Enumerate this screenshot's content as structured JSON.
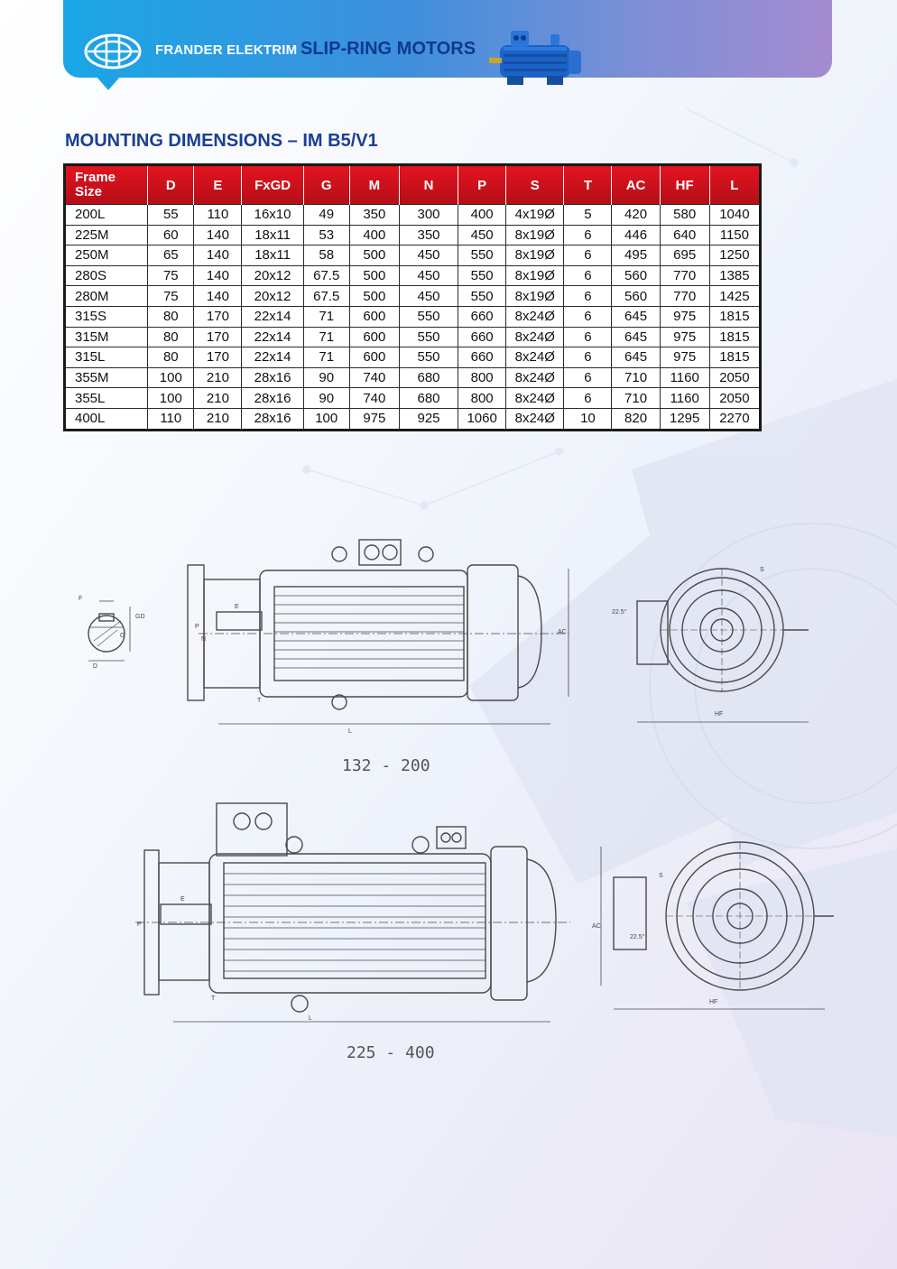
{
  "header": {
    "brand": "FRANDER ELEKTRIM",
    "product": "SLIP-RING MOTORS"
  },
  "section_title": "MOUNTING DIMENSIONS – IM B5/V1",
  "table": {
    "columns": [
      "Frame Size",
      "D",
      "E",
      "FxGD",
      "G",
      "M",
      "N",
      "P",
      "S",
      "T",
      "AC",
      "HF",
      "L"
    ],
    "rows": [
      [
        "200L",
        "55",
        "110",
        "16x10",
        "49",
        "350",
        "300",
        "400",
        "4x19Ø",
        "5",
        "420",
        "580",
        "1040"
      ],
      [
        "225M",
        "60",
        "140",
        "18x11",
        "53",
        "400",
        "350",
        "450",
        "8x19Ø",
        "6",
        "446",
        "640",
        "1150"
      ],
      [
        "250M",
        "65",
        "140",
        "18x11",
        "58",
        "500",
        "450",
        "550",
        "8x19Ø",
        "6",
        "495",
        "695",
        "1250"
      ],
      [
        "280S",
        "75",
        "140",
        "20x12",
        "67.5",
        "500",
        "450",
        "550",
        "8x19Ø",
        "6",
        "560",
        "770",
        "1385"
      ],
      [
        "280M",
        "75",
        "140",
        "20x12",
        "67.5",
        "500",
        "450",
        "550",
        "8x19Ø",
        "6",
        "560",
        "770",
        "1425"
      ],
      [
        "315S",
        "80",
        "170",
        "22x14",
        "71",
        "600",
        "550",
        "660",
        "8x24Ø",
        "6",
        "645",
        "975",
        "1815"
      ],
      [
        "315M",
        "80",
        "170",
        "22x14",
        "71",
        "600",
        "550",
        "660",
        "8x24Ø",
        "6",
        "645",
        "975",
        "1815"
      ],
      [
        "315L",
        "80",
        "170",
        "22x14",
        "71",
        "600",
        "550",
        "660",
        "8x24Ø",
        "6",
        "645",
        "975",
        "1815"
      ],
      [
        "355M",
        "100",
        "210",
        "28x16",
        "90",
        "740",
        "680",
        "800",
        "8x24Ø",
        "6",
        "710",
        "1160",
        "2050"
      ],
      [
        "355L",
        "100",
        "210",
        "28x16",
        "90",
        "740",
        "680",
        "800",
        "8x24Ø",
        "6",
        "710",
        "1160",
        "2050"
      ],
      [
        "400L",
        "110",
        "210",
        "28x16",
        "100",
        "975",
        "925",
        "1060",
        "8x24Ø",
        "10",
        "820",
        "1295",
        "2270"
      ]
    ]
  },
  "drawing_labels": {
    "F": "F",
    "GD": "GD",
    "G": "G",
    "D": "D",
    "E": "E",
    "T": "T",
    "L": "L",
    "P": "P",
    "N": "N",
    "AC": "AC",
    "HF": "HF",
    "S": "S",
    "angle": "22.5°"
  },
  "captions": {
    "small": "132 - 200",
    "large": "225 - 400"
  },
  "colors": {
    "banner_start": "#1aa6e6",
    "banner_end": "#a58bd0",
    "table_header": "#d81620",
    "title_blue": "#1b3f95"
  }
}
